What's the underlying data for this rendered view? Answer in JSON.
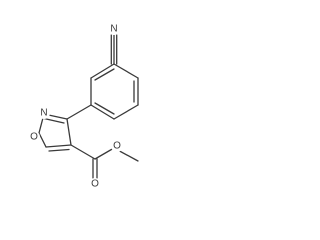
{
  "structure": {
    "atoms": [
      {
        "id": "N_nitrile",
        "symbol": "N"
      },
      {
        "id": "N_ring",
        "symbol": "N"
      },
      {
        "id": "O_ring",
        "symbol": "O"
      },
      {
        "id": "O_carbonyl",
        "symbol": "O"
      },
      {
        "id": "O_ester",
        "symbol": "O"
      }
    ]
  }
}
